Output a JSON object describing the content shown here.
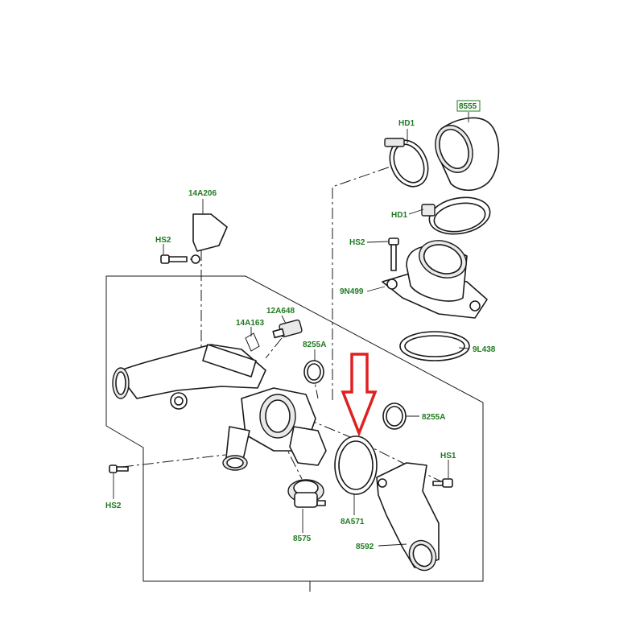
{
  "labels": {
    "hd1_top": "HD1",
    "p8555": "8555",
    "p14a206": "14A206",
    "hd1_mid": "HD1",
    "hs2_left": "HS2",
    "hs2_right": "HS2",
    "p9n499": "9N499",
    "p12a648": "12A648",
    "p14a163": "14A163",
    "p8255a_top": "8255A",
    "p9l438": "9L438",
    "p8255a_right": "8255A",
    "hs1": "HS1",
    "hs2_bottom": "HS2",
    "p8a571": "8A571",
    "p8575": "8575",
    "p8592": "8592"
  },
  "colors": {
    "label_text": "#1f7a1f",
    "line": "#1a1a1a",
    "highlight_arrow": "#e02020"
  }
}
